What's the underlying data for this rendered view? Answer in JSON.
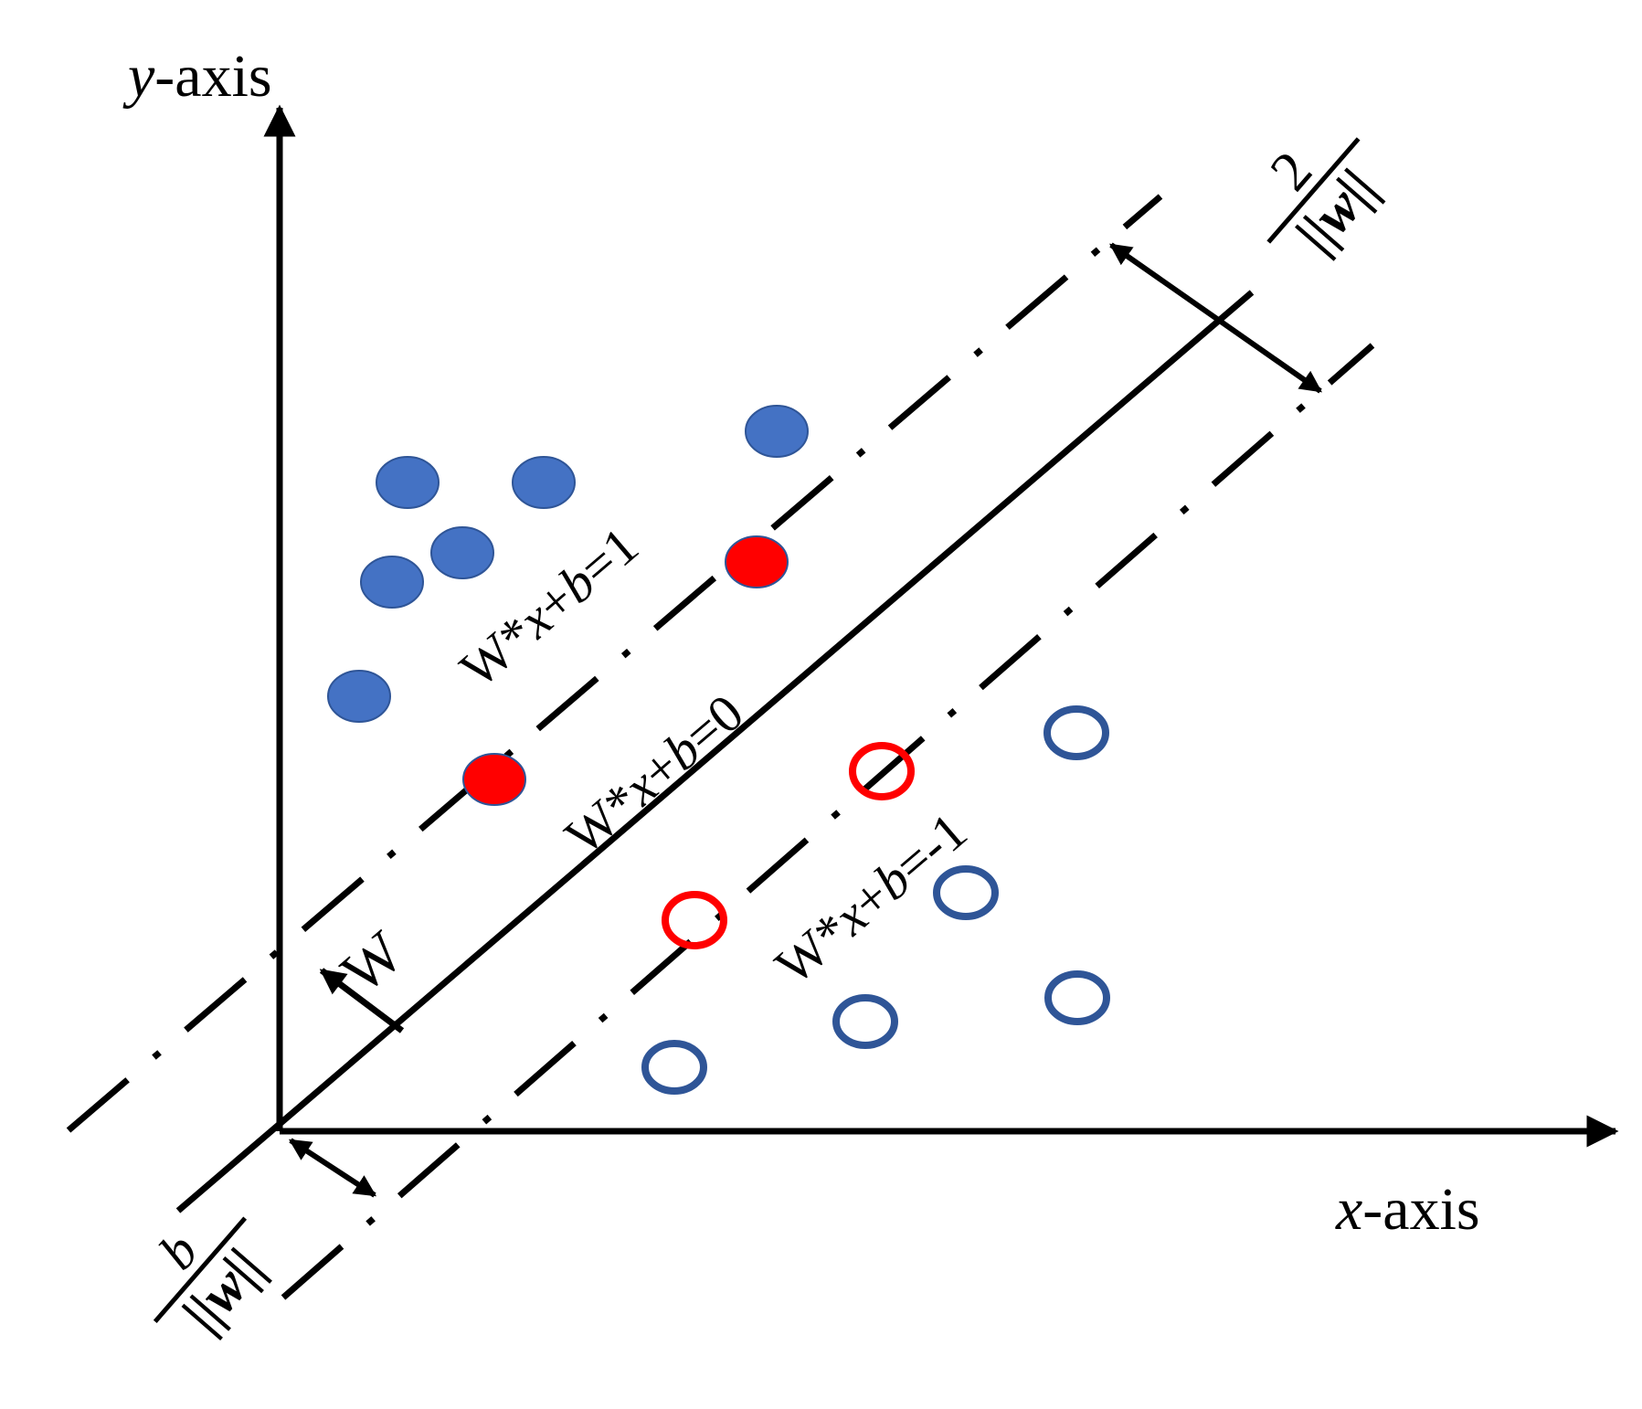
{
  "labels": {
    "y_axis_var": "y",
    "y_axis_suffix": "-axis",
    "x_axis_var": "x",
    "x_axis_suffix": "-axis",
    "w_vector": "W",
    "eq_pos_pre": "W*",
    "eq_pos_x": "x",
    "eq_pos_plus": "+",
    "eq_pos_b": "b",
    "eq_pos_rhs": "=1",
    "eq_zero_pre": "W*",
    "eq_zero_x": "x",
    "eq_zero_plus": "+",
    "eq_zero_b": "b",
    "eq_zero_rhs": "=0",
    "eq_neg_pre": "W*",
    "eq_neg_x": "x",
    "eq_neg_plus": "+",
    "eq_neg_b": "b",
    "eq_neg_rhs": "=-1",
    "margin_numerator": "2",
    "margin_denominator": "||w||",
    "offset_numerator": "b",
    "offset_denominator": "||w||"
  },
  "colors": {
    "positive_fill": "#4472c4",
    "support_vector_fill": "#ff0000",
    "negative_stroke": "#2f5597",
    "support_vector_stroke": "#ff0000",
    "line": "#000000"
  }
}
